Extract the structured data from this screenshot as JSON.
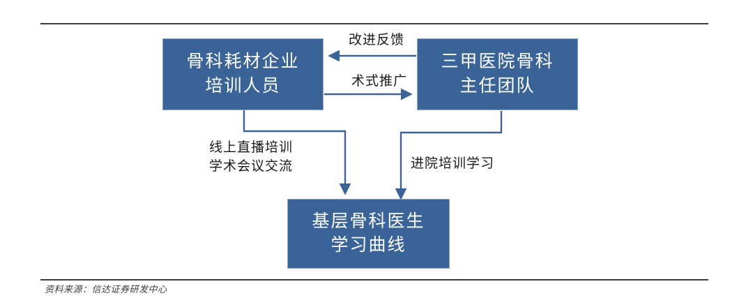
{
  "figure": {
    "nodes": [
      {
        "id": "vendor",
        "lines": [
          "骨科耗材企业",
          "培训人员"
        ],
        "fill": "#3a6398",
        "text_color": "#ffffff"
      },
      {
        "id": "hospital",
        "lines": [
          "三甲医院骨科",
          "主任团队"
        ],
        "fill": "#3a6398",
        "text_color": "#ffffff"
      },
      {
        "id": "grassroots",
        "lines": [
          "基层骨科医生",
          "学习曲线"
        ],
        "fill": "#3a6398",
        "text_color": "#ffffff"
      }
    ],
    "edges": [
      {
        "id": "feedback",
        "label": "改进反馈",
        "from": "hospital",
        "to": "vendor",
        "direction": "right-to-left"
      },
      {
        "id": "promote",
        "label": "术式推广",
        "from": "vendor",
        "to": "hospital",
        "direction": "left-to-right"
      },
      {
        "id": "online",
        "label_lines": [
          "线上直播培训",
          "学术会议交流"
        ],
        "from": "vendor",
        "to": "grassroots",
        "direction": "top-to-bottom"
      },
      {
        "id": "inhouse",
        "label_lines": [
          "进院培训学习"
        ],
        "from": "grassroots",
        "to": "hospital",
        "direction": "bottom-to-top"
      }
    ],
    "line_color": "#3a6398",
    "rule_color": "#3c3c3c",
    "source_note": "资料来源：信达证券研发中心"
  }
}
